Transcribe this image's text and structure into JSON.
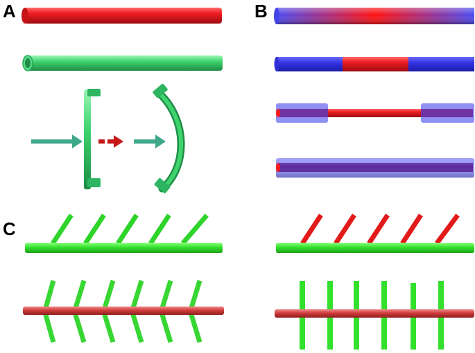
{
  "panels": {
    "a": {
      "label": "A"
    },
    "b": {
      "label": "B"
    },
    "c": {
      "label": "C"
    }
  },
  "colors": {
    "red": "#e8141c",
    "green": "#3ee03a",
    "tube_green": "#33c566",
    "blue": "#3d3de0",
    "shell_blue": "#8c8cf0",
    "rod_red": "#d23b3b",
    "arrow_green": "#3fa88a",
    "arrow_red": "#c41818"
  }
}
